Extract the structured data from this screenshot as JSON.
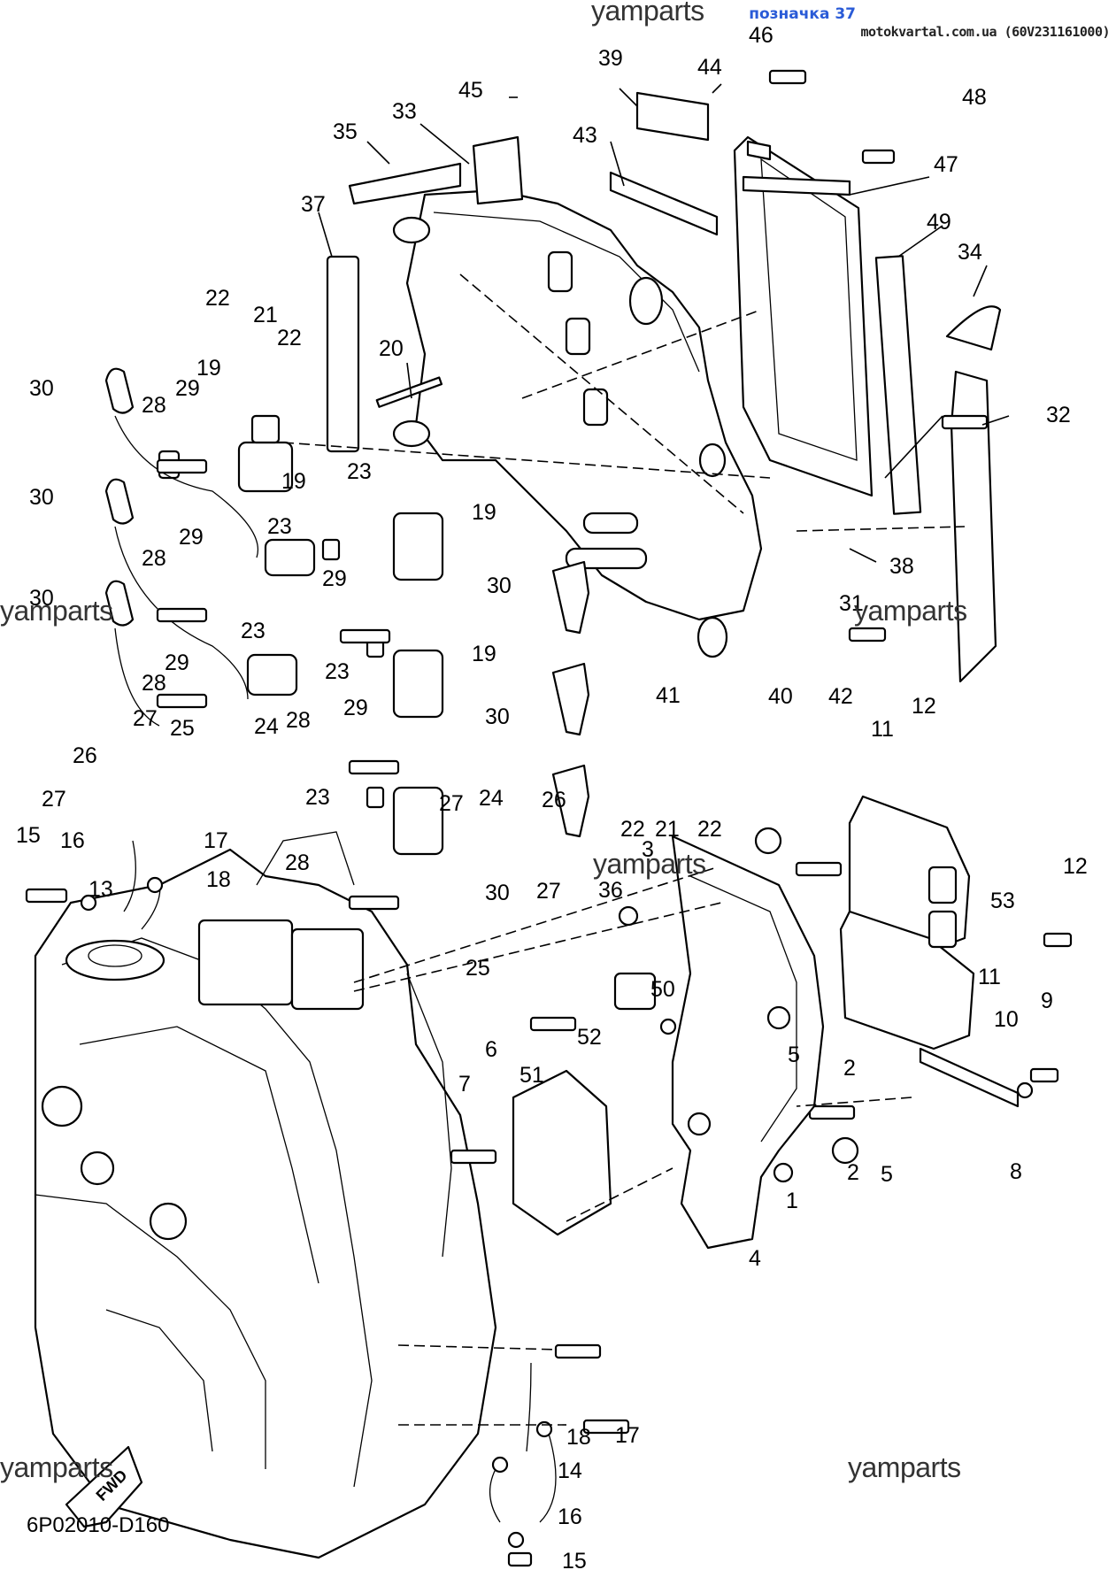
{
  "header": {
    "label": "позначка 37",
    "source": "motokvartal.com.ua (60V231161000)"
  },
  "watermarks": [
    "yamparts",
    "yamparts",
    "yamparts",
    "yamparts",
    "yamparts",
    "yamparts"
  ],
  "drawing_code": "6P02010-D160",
  "fwd_label": "FWD",
  "callouts": [
    "1",
    "2",
    "2",
    "3",
    "4",
    "5",
    "5",
    "6",
    "7",
    "8",
    "9",
    "10",
    "11",
    "11",
    "12",
    "12",
    "13",
    "14",
    "15",
    "15",
    "16",
    "16",
    "17",
    "17",
    "18",
    "18",
    "19",
    "19",
    "19",
    "19",
    "20",
    "21",
    "21",
    "22",
    "22",
    "22",
    "22",
    "23",
    "23",
    "23",
    "23",
    "23",
    "24",
    "24",
    "25",
    "25",
    "26",
    "26",
    "27",
    "27",
    "27",
    "27",
    "28",
    "28",
    "28",
    "28",
    "28",
    "29",
    "29",
    "29",
    "29",
    "29",
    "30",
    "30",
    "30",
    "30",
    "30",
    "30",
    "31",
    "32",
    "33",
    "34",
    "35",
    "36",
    "37",
    "38",
    "39",
    "40",
    "41",
    "42",
    "43",
    "44",
    "45",
    "46",
    "47",
    "48",
    "49",
    "50",
    "51",
    "52",
    "53"
  ]
}
